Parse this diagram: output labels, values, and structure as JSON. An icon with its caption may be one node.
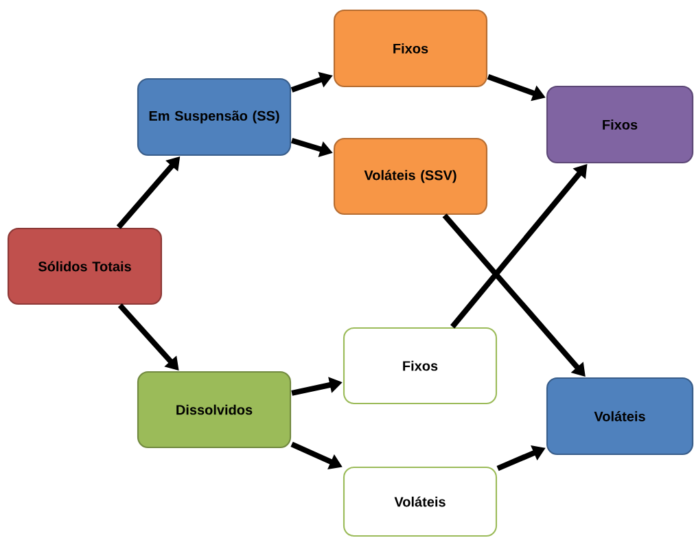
{
  "diagram": {
    "nodes": [
      {
        "text": [
          "Sólidos Totais"
        ]
      },
      {
        "text": [
          "Em Suspensão (SS)"
        ]
      },
      {
        "text": [
          "Dissolvidos"
        ]
      },
      {
        "text": [
          "Fixos"
        ]
      },
      {
        "text": [
          "Voláteis (SSV)"
        ]
      },
      {
        "text": [
          "Fixos"
        ]
      },
      {
        "text": [
          "Voláteis"
        ]
      },
      {
        "text": [
          "Fixos"
        ]
      },
      {
        "text": [
          "Voláteis"
        ]
      }
    ],
    "edges": [
      {
        "from": 0,
        "to": 1,
        "arrow": "to"
      },
      {
        "from": 0,
        "to": 2,
        "arrow": "to"
      },
      {
        "from": 1,
        "to": 3,
        "arrow": "to"
      },
      {
        "from": 1,
        "to": 4,
        "arrow": "to"
      },
      {
        "from": 2,
        "to": 5,
        "arrow": "to"
      },
      {
        "from": 2,
        "to": 6,
        "arrow": "to"
      },
      {
        "from": 3,
        "to": 7,
        "arrow": "to"
      },
      {
        "from": 4,
        "to": 8,
        "arrow": "to"
      },
      {
        "from": 5,
        "to": 7,
        "arrow": "to"
      },
      {
        "from": 6,
        "to": 8,
        "arrow": "to"
      }
    ]
  }
}
